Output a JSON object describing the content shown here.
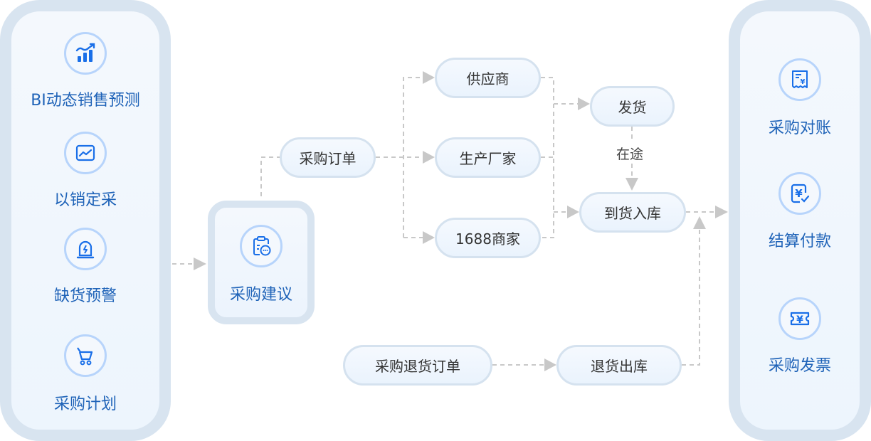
{
  "left_panel": {
    "items": [
      {
        "label": "BI动态销售预测",
        "icon": "bar-chart-trend-icon"
      },
      {
        "label": "以销定采",
        "icon": "line-chart-icon"
      },
      {
        "label": "缺货预警",
        "icon": "alarm-light-icon"
      },
      {
        "label": "采购计划",
        "icon": "shopping-cart-icon"
      }
    ]
  },
  "center": {
    "suggestion": {
      "label": "采购建议",
      "icon": "clipboard-icon"
    },
    "purchase_order": "采购订单",
    "sources": [
      "供应商",
      "生产厂家",
      "1688商家"
    ],
    "ship": "发货",
    "in_transit": "在途",
    "receive": "到货入库",
    "return_order": "采购退货订单",
    "return_out": "退货出库"
  },
  "right_panel": {
    "items": [
      {
        "label": "采购对账",
        "icon": "receipt-yuan-icon"
      },
      {
        "label": "结算付款",
        "icon": "yuan-check-icon"
      },
      {
        "label": "采购发票",
        "icon": "yuan-ticket-icon"
      }
    ]
  },
  "colors": {
    "accent": "#1f63b8",
    "icon_blue": "#1a6fe8",
    "ring": "#b7d4fb",
    "panel_border": "#d8e4f0",
    "connector": "#c8c8c8"
  }
}
